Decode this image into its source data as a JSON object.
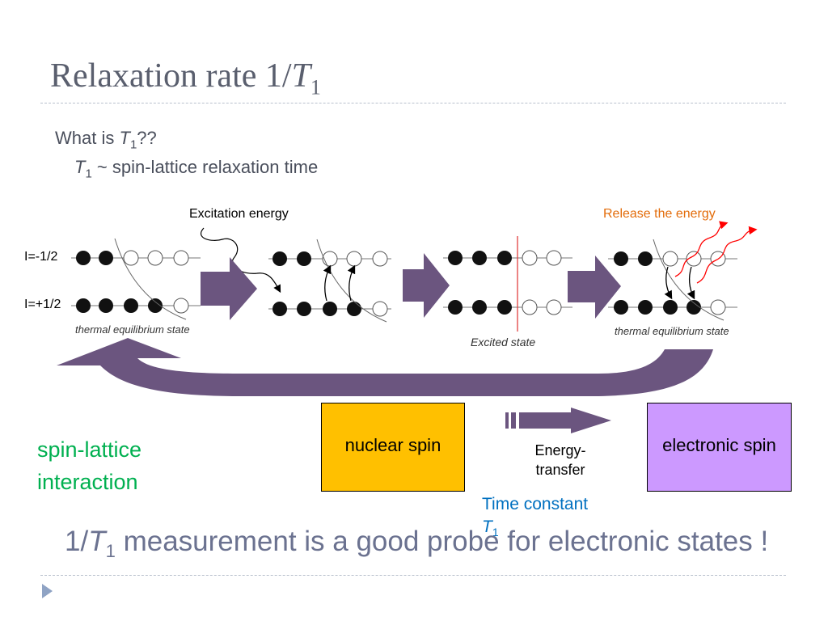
{
  "title": {
    "prefix": "Relaxation rate 1/",
    "var": "T",
    "sub": "1"
  },
  "question": {
    "prefix": "What is",
    "var": "T",
    "sub": "1",
    "suffix": "??"
  },
  "definition": {
    "var": "T",
    "sub": "1",
    "text": " ~ spin-lattice relaxation time"
  },
  "diagram": {
    "excitation_label": "Excitation energy",
    "release_label": "Release the energy",
    "level_minus": "I=-1/2",
    "level_plus": "I=+1/2",
    "caption_thermal_1": "thermal equilibrium state",
    "caption_excited": "Excited state",
    "caption_thermal_2": "thermal equilibrium state",
    "colors": {
      "arrow": "#6b557f",
      "release": "#ff0000",
      "excitation_text": "#000000",
      "release_text": "#e36c0a"
    }
  },
  "interaction_label": "spin-lattice interaction",
  "boxes": {
    "nuclear": {
      "label": "nuclear spin",
      "color": "#ffc000"
    },
    "electronic": {
      "label": "electronic spin",
      "color": "#cc99ff"
    }
  },
  "energy_transfer": "Energy-transfer",
  "time_constant": {
    "text": "Time constant",
    "var": "T",
    "sub": "1"
  },
  "conclusion": {
    "prefix": "1/",
    "var": "T",
    "sub": "1",
    "text": " measurement is a good probe for electronic states !"
  }
}
